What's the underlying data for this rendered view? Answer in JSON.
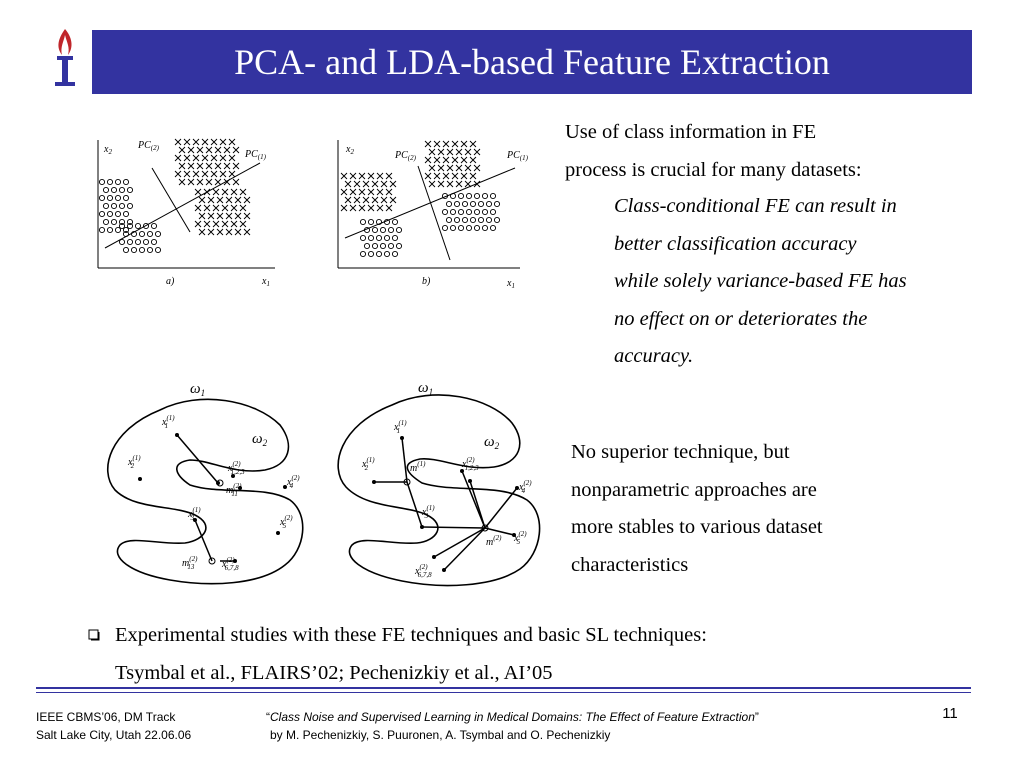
{
  "slide": {
    "title": "PCA- and LDA-based Feature Extraction",
    "page_number": "11",
    "accent_color": "#3333a0"
  },
  "right_text": {
    "para1_line1": "Use of class information in FE",
    "para1_line2": "process is crucial for many datasets:",
    "italic_lines": [
      "Class-conditional FE can result in",
      "better classification accuracy",
      "while solely variance-based FE has",
      "no effect on or deteriorates the",
      "accuracy."
    ],
    "para2_lines": [
      "No superior technique, but",
      "nonparametric approaches are",
      "more stables to various dataset",
      "characteristics"
    ]
  },
  "bullet": {
    "icon": "checkbox-bullet-icon",
    "line1": "Experimental studies with these FE techniques and basic SL techniques:",
    "line2": "Tsymbal et al., FLAIRS’02; Pechenizkiy et al., AI’05"
  },
  "figures": {
    "plot_a": {
      "x2": "x",
      "x2_sub": "2",
      "pc2": "PC",
      "pc2_sub": "(2)",
      "pc1": "PC",
      "pc1_sub": "(1)",
      "caption": "a)",
      "x1": "x",
      "x1_sub": "1"
    },
    "plot_b": {
      "x2": "x",
      "x2_sub": "2",
      "pc2": "PC",
      "pc2_sub": "(2)",
      "pc1": "PC",
      "pc1_sub": "(1)",
      "caption": "b)",
      "x1": "x",
      "x1_sub": "1"
    },
    "blob_left": {
      "omega1": "ω",
      "omega1_sub": "1",
      "omega2": "ω",
      "omega2_sub": "2"
    },
    "blob_right": {
      "omega1": "ω",
      "omega1_sub": "1",
      "omega2": "ω",
      "omega2_sub": "2"
    }
  },
  "footer": {
    "left_line1": "IEEE CBMS’06, DM Track",
    "left_line2": "Salt Lake City, Utah 22.06.06",
    "quote_open": "“",
    "paper_title": "Class Noise and Supervised Learning in Medical Domains: The Effect of Feature Extraction",
    "quote_close": "”",
    "authors": "by M. Pechenizkiy, S. Puuronen, A. Tsymbal and O. Pechenizkiy"
  }
}
